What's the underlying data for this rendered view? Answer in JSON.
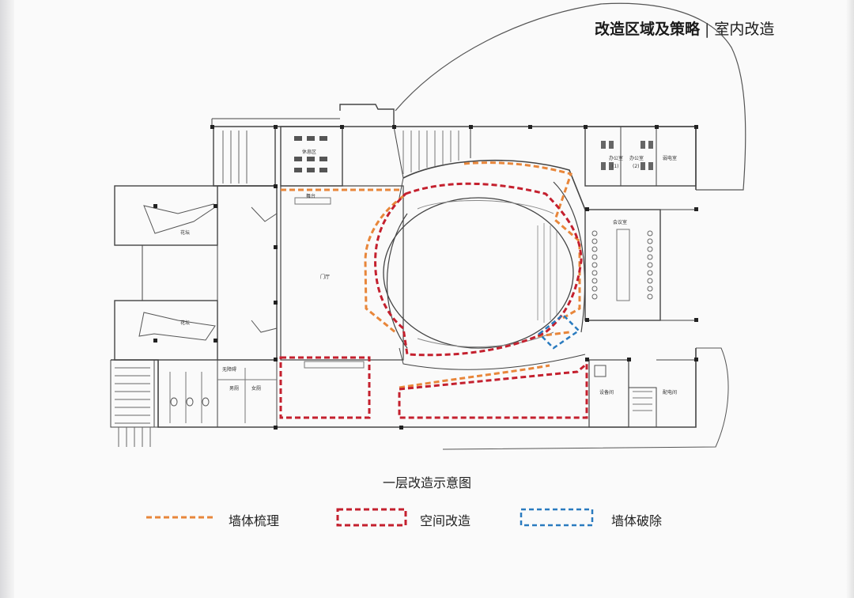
{
  "header": {
    "title_main": "改造区域及策略",
    "separator": "|",
    "title_sub": "室内改造"
  },
  "plan": {
    "caption": "一层改造示意图",
    "room_labels": {
      "reading_room": "休息区",
      "stage": "舞台",
      "lobby": "门厅",
      "office_1": "办公室",
      "office_2": "办公室",
      "office_1_num": "(1)",
      "office_2_num": "(2)",
      "control_room": "弱电室",
      "meeting_room": "会议室",
      "terrace_upper": "花坛",
      "terrace_lower": "花坛",
      "toilet_m": "男厕",
      "toilet_f": "女厕",
      "accessible": "无障碍",
      "storage": "设备间",
      "electric": "配电间"
    }
  },
  "legend": [
    {
      "label": "墙体梳理",
      "color": "#e8863a"
    },
    {
      "label": "空间改造",
      "color": "#c4202e"
    },
    {
      "label": "墙体破除",
      "color": "#2a7bbf"
    }
  ]
}
